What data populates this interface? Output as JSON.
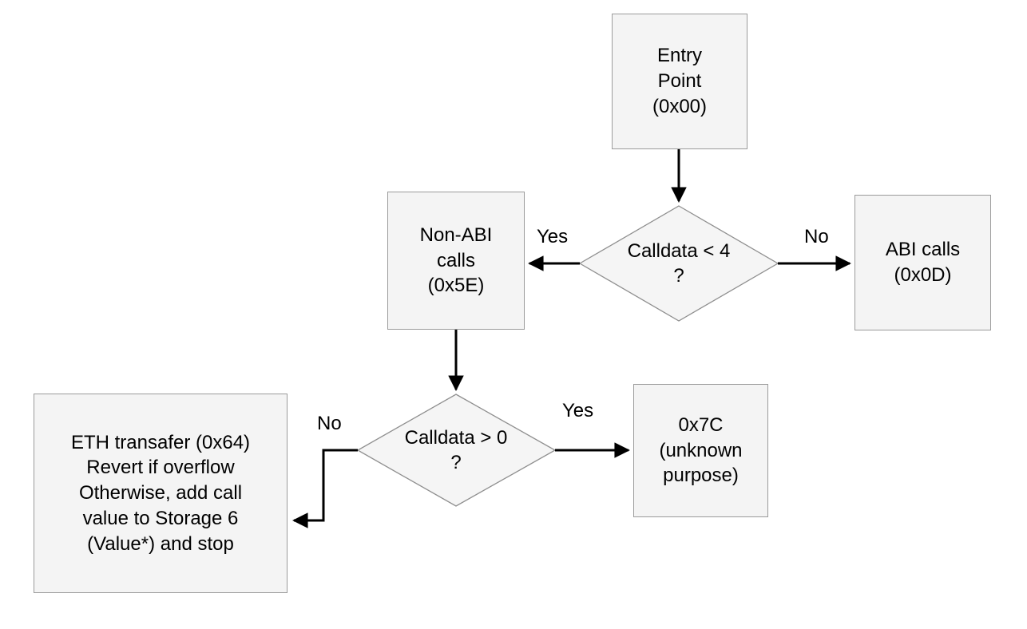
{
  "diagram": {
    "type": "flowchart",
    "background_color": "#ffffff",
    "node_fill_color": "#f4f4f4",
    "node_border_color": "#9b9b9b",
    "arrow_color": "#000000",
    "nodes": {
      "entry_point": {
        "shape": "rect",
        "label": "Entry\nPoint\n(0x00)"
      },
      "decision_calldata_lt_4": {
        "shape": "diamond",
        "label": "Calldata < 4\n?"
      },
      "non_abi_calls": {
        "shape": "rect",
        "label": "Non-ABI\ncalls\n(0x5E)"
      },
      "abi_calls": {
        "shape": "rect",
        "label": "ABI calls\n(0x0D)"
      },
      "decision_calldata_gt_0": {
        "shape": "diamond",
        "label": "Calldata > 0\n?"
      },
      "unknown_0x7c": {
        "shape": "rect",
        "label": "0x7C\n(unknown\npurpose)"
      },
      "eth_transfer": {
        "shape": "rect",
        "label": "ETH transafer (0x64)\nRevert if overflow\nOtherwise, add call\nvalue to Storage 6\n(Value*) and stop"
      }
    },
    "edges": {
      "entry_to_decision1": {
        "label": ""
      },
      "decision1_yes_to_non_abi": {
        "label": "Yes"
      },
      "decision1_no_to_abi": {
        "label": "No"
      },
      "non_abi_to_decision2": {
        "label": ""
      },
      "decision2_yes_to_0x7c": {
        "label": "Yes"
      },
      "decision2_no_to_eth_transfer": {
        "label": "No"
      }
    }
  }
}
